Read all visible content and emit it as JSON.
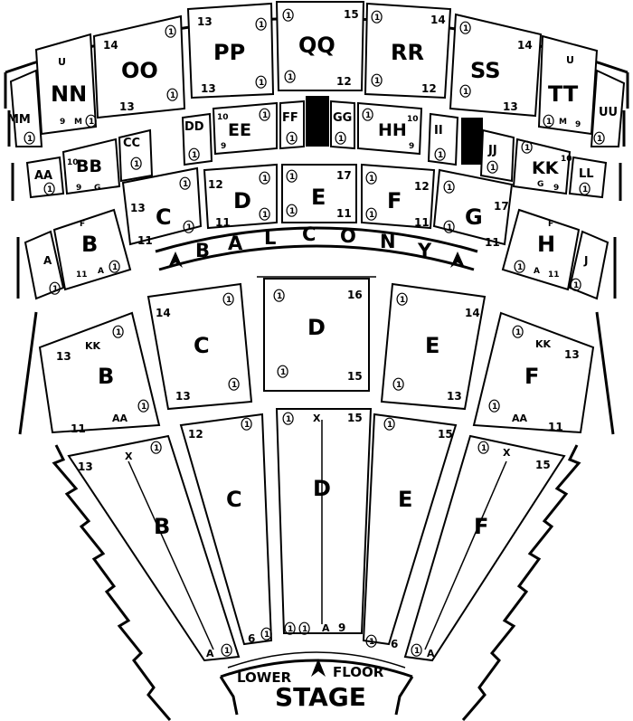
{
  "balcony": {
    "label_letters": [
      "B",
      "A",
      "L",
      "C",
      "O",
      "N",
      "Y"
    ],
    "top_tier": [
      {
        "name": "MM"
      },
      {
        "name": "NN",
        "row_top": "U",
        "row_bottom": "M",
        "seat_low": "9"
      },
      {
        "name": "OO",
        "seat_top": "14",
        "seat_bottom": "13"
      },
      {
        "name": "PP",
        "seat_top": "13",
        "seat_bottom": "13"
      },
      {
        "name": "QQ",
        "seat_top": "15",
        "seat_bottom": "12"
      },
      {
        "name": "RR",
        "seat_top": "14",
        "seat_bottom": "12"
      },
      {
        "name": "SS",
        "seat_top": "14",
        "seat_bottom": "13"
      },
      {
        "name": "TT",
        "row_top": "U",
        "row_bottom": "M",
        "seat_low": "9"
      },
      {
        "name": "UU"
      }
    ],
    "mid_tier": [
      {
        "name": "AA"
      },
      {
        "name": "BB",
        "seat_a": "10",
        "seat_b": "9",
        "row_b": "G"
      },
      {
        "name": "CC"
      },
      {
        "name": "DD"
      },
      {
        "name": "EE",
        "seat_a": "10",
        "seat_b": "9"
      },
      {
        "name": "FF"
      },
      {
        "name": "GG"
      },
      {
        "name": "HH",
        "seat_a": "10",
        "seat_b": "9"
      },
      {
        "name": "II"
      },
      {
        "name": "JJ"
      },
      {
        "name": "KK",
        "seat_a": "10",
        "row_b": "G",
        "seat_b": "9"
      },
      {
        "name": "LL"
      }
    ],
    "low_tier": [
      {
        "name": "C",
        "seat_top": "13",
        "seat_bottom": "11"
      },
      {
        "name": "D",
        "seat_top": "12",
        "seat_bottom": "11"
      },
      {
        "name": "E",
        "seat_top": "17",
        "seat_bottom": "11"
      },
      {
        "name": "F",
        "seat_top": "12",
        "seat_bottom": "11"
      },
      {
        "name": "G",
        "seat_top": "17",
        "seat_bottom": "11"
      }
    ],
    "front_tier": [
      {
        "name": "A"
      },
      {
        "name": "B",
        "row_top": "F",
        "seat_bottom": "11",
        "row_bottom": "A"
      },
      {
        "name": "H",
        "row_top": "F",
        "seat_bottom": "11",
        "row_bottom": "A"
      },
      {
        "name": "J"
      }
    ]
  },
  "lower_floor": {
    "label": "LOWER FLOOR",
    "label_left": "LOWER",
    "label_right": "FLOOR",
    "rear": [
      {
        "name": "B",
        "row_top": "KK",
        "row_bottom": "AA",
        "seat_top": "13",
        "seat_bottom": "11"
      },
      {
        "name": "C",
        "seat_top": "14",
        "seat_bottom": "13"
      },
      {
        "name": "D",
        "seat_top": "16",
        "seat_bottom": "15"
      },
      {
        "name": "E",
        "seat_top": "14",
        "seat_bottom": "13"
      },
      {
        "name": "F",
        "row_top": "KK",
        "row_bottom": "AA",
        "seat_top": "13",
        "seat_bottom": "11"
      }
    ],
    "front": [
      {
        "name": "B",
        "seat_top": "13",
        "row_top": "X",
        "row_bottom": "A"
      },
      {
        "name": "C",
        "seat_top": "12",
        "seat_bottom": "6"
      },
      {
        "name": "D",
        "seat_top": "15",
        "row_top": "X",
        "row_bottom": "A",
        "seat_bottom": "9"
      },
      {
        "name": "E",
        "seat_top": "15",
        "seat_bottom": "6"
      },
      {
        "name": "F",
        "seat_top": "15",
        "row_top": "X",
        "row_bottom": "A"
      }
    ]
  },
  "stage": {
    "label": "STAGE"
  },
  "seat_one": "1",
  "colors": {
    "ink": "#000000",
    "paper": "#ffffff"
  },
  "icons": [
    "seat-one-right-icon",
    "seat-one-left-icon",
    "aisle-arrow-icon"
  ]
}
